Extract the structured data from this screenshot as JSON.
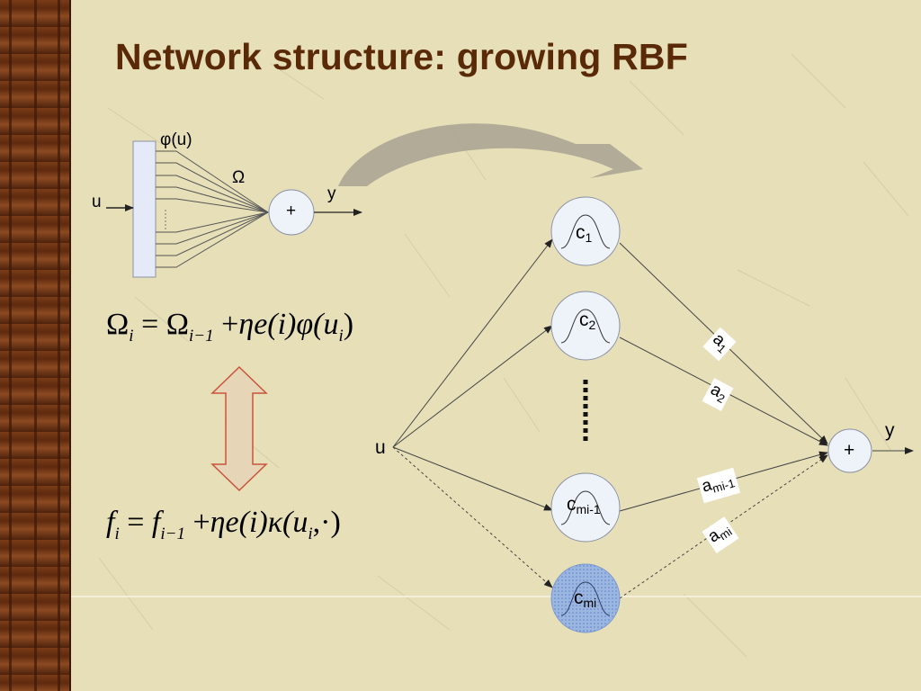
{
  "slide": {
    "title": "Network structure:  growing RBF"
  },
  "small_net": {
    "phi_label": "φ(u)",
    "omega_label": "Ω",
    "input_label": "u",
    "output_label": "y",
    "sum_symbol": "+"
  },
  "formula_1": {
    "lhs": "Ω",
    "lhs_sub": "i",
    "eq": "=",
    "rhs_a": "Ω",
    "rhs_a_sub": "i−1",
    "plus": "+",
    "eta_e": "ηe(i)φ(u",
    "u_sub": "i",
    "close": ")"
  },
  "formula_2": {
    "lhs": "f",
    "lhs_sub": "i",
    "eq": "=",
    "rhs_a": "f",
    "rhs_a_sub": "i−1",
    "plus": "+",
    "eta_e": "ηe(i)κ(u",
    "u_sub": "i",
    "close": ",·)"
  },
  "big_net": {
    "input_label": "u",
    "output_label": "y",
    "sum_symbol": "+",
    "centers": [
      {
        "base": "c",
        "sub": "1"
      },
      {
        "base": "c",
        "sub": "2"
      },
      {
        "base": "c",
        "sub": "mi-1"
      },
      {
        "base": "c",
        "sub": "mi"
      }
    ],
    "weights": [
      {
        "base": "a",
        "sub": "1"
      },
      {
        "base": "a",
        "sub": "2"
      },
      {
        "base": "a",
        "sub": "mi-1"
      },
      {
        "base": "a",
        "sub": "mi"
      }
    ]
  },
  "colors": {
    "background": "#e6dfb8",
    "title": "#5a2a08",
    "node_fill": "#eef3fa",
    "new_node_fill": "#9cb6e2",
    "arrow_fill": "#e7d5b8",
    "arrow_stroke": "#c8543a",
    "curved_arrow": "#a8a290"
  }
}
